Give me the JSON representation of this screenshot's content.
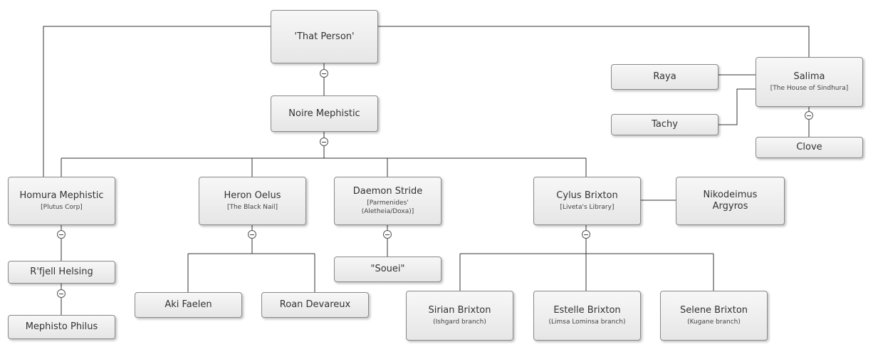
{
  "diagram": {
    "nodes": [
      {
        "id": "that-person",
        "name": "'That Person'",
        "sub": ""
      },
      {
        "id": "noire",
        "name": "Noire Mephistic",
        "sub": ""
      },
      {
        "id": "homura",
        "name": "Homura Mephistic",
        "sub": "[Plutus Corp]"
      },
      {
        "id": "heron",
        "name": "Heron Oelus",
        "sub": "[The Black Nail]"
      },
      {
        "id": "daemon",
        "name": "Daemon Stride",
        "sub": "[Parmenides'\n(Aletheia/Doxa)]"
      },
      {
        "id": "cylus",
        "name": "Cylus Brixton",
        "sub": "[Liveta's Library]"
      },
      {
        "id": "nikodeimus",
        "name": "Nikodeimus\nArgyros",
        "sub": ""
      },
      {
        "id": "rfjell",
        "name": "R'fjell Helsing",
        "sub": ""
      },
      {
        "id": "mephisto",
        "name": "Mephisto Philus",
        "sub": ""
      },
      {
        "id": "aki",
        "name": "Aki Faelen",
        "sub": ""
      },
      {
        "id": "roan",
        "name": "Roan Devareux",
        "sub": ""
      },
      {
        "id": "souei",
        "name": "\"Souei\"",
        "sub": ""
      },
      {
        "id": "sirian",
        "name": "Sirian Brixton",
        "sub": "(Ishgard branch)"
      },
      {
        "id": "estelle",
        "name": "Estelle Brixton",
        "sub": "(Limsa Lominsa branch)"
      },
      {
        "id": "selene",
        "name": "Selene Brixton",
        "sub": "(Kugane branch)"
      },
      {
        "id": "salima",
        "name": "Salima",
        "sub": "[The House of Sindhura]"
      },
      {
        "id": "raya",
        "name": "Raya",
        "sub": ""
      },
      {
        "id": "tachy",
        "name": "Tachy",
        "sub": ""
      },
      {
        "id": "clove",
        "name": "Clove",
        "sub": ""
      }
    ]
  }
}
